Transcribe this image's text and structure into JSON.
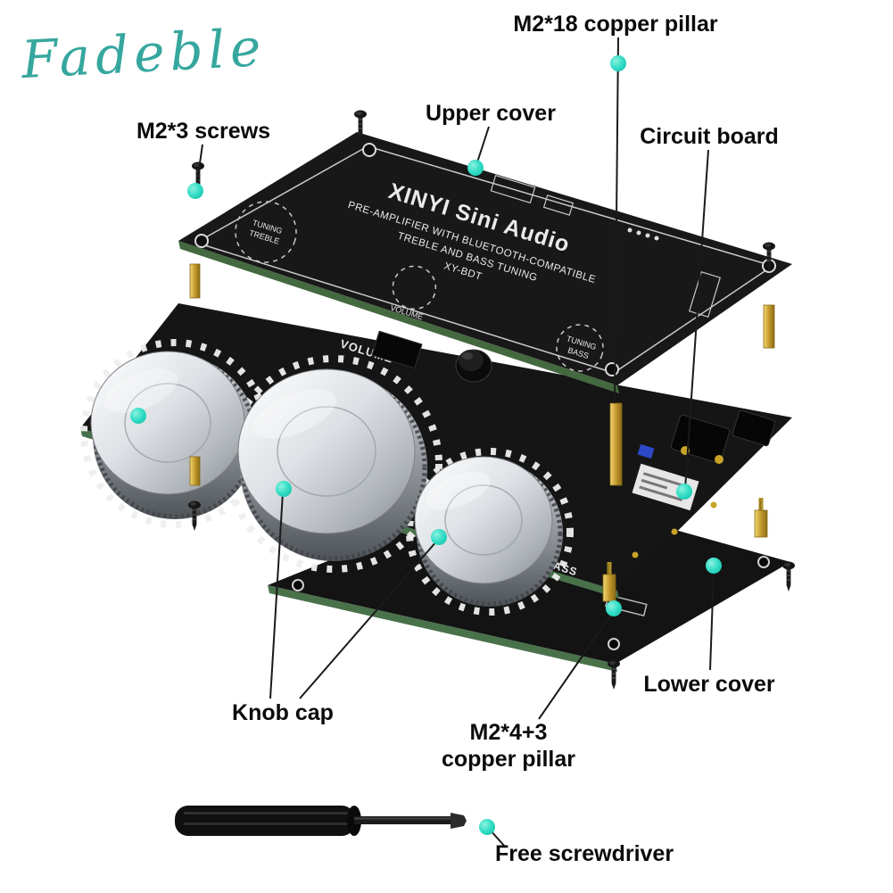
{
  "brand": {
    "name": "Fadeble"
  },
  "colors": {
    "brand_teal": "#36a79e",
    "dot_teal": "#2edcc3",
    "pcb_black": "#151515",
    "pcb_edge_green": "#49714a",
    "copper_gold": "#c49a2c"
  },
  "callouts": {
    "copper_pillar_top": "M2*18 copper pillar",
    "upper_cover": "Upper cover",
    "circuit_board": "Circuit board",
    "screws": "M2*3 screws",
    "knob_cap": "Knob cap",
    "copper_pillar_bottom_1": "M2*4+3",
    "copper_pillar_bottom_2": "copper pillar",
    "lower_cover": "Lower cover",
    "screwdriver": "Free screwdriver"
  },
  "silkscreen": {
    "title": "XINYI Sini Audio",
    "desc1": "PRE-AMPLIFIER WITH BLUETOOTH-COMPATIBLE",
    "desc2": "TREBLE AND BASS TUNING",
    "model": "XY-BDT",
    "tuning": "TUNING",
    "treble": "TREBLE",
    "bass": "BASS",
    "volume": "VOLUME"
  }
}
